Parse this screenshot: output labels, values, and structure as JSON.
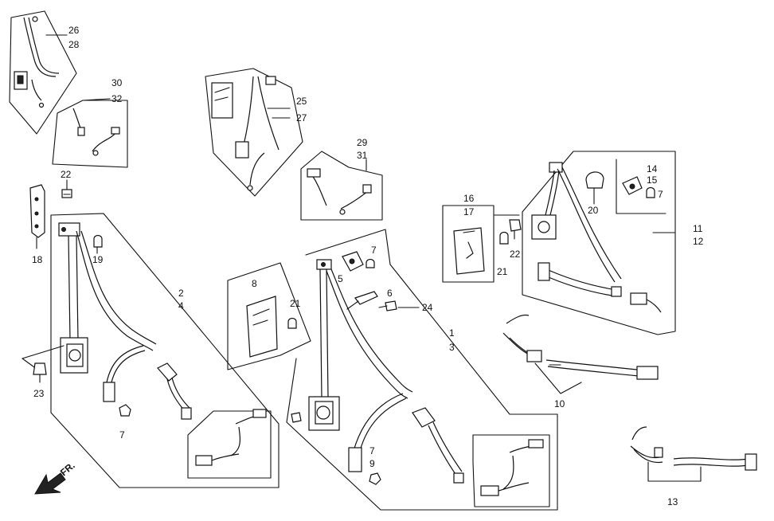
{
  "callouts": {
    "c26": "26",
    "c28": "28",
    "c30": "30",
    "c32": "32",
    "c25": "25",
    "c27": "27",
    "c29": "29",
    "c31": "31",
    "c22a": "22",
    "c18": "18",
    "c19": "19",
    "c2": "2",
    "c4": "4",
    "c23": "23",
    "c7a": "7",
    "c8": "8",
    "c21a": "21",
    "c5": "5",
    "c7b": "7",
    "c6": "6",
    "c24": "24",
    "c1": "1",
    "c3": "3",
    "c7c": "7",
    "c9": "9",
    "c16": "16",
    "c17": "17",
    "c21b": "21",
    "c22b": "22",
    "c20": "20",
    "c14": "14",
    "c15": "15",
    "c7d": "7",
    "c11": "11",
    "c12": "12",
    "c10": "10",
    "c13": "13"
  },
  "orientation": {
    "front_label": "FR."
  }
}
